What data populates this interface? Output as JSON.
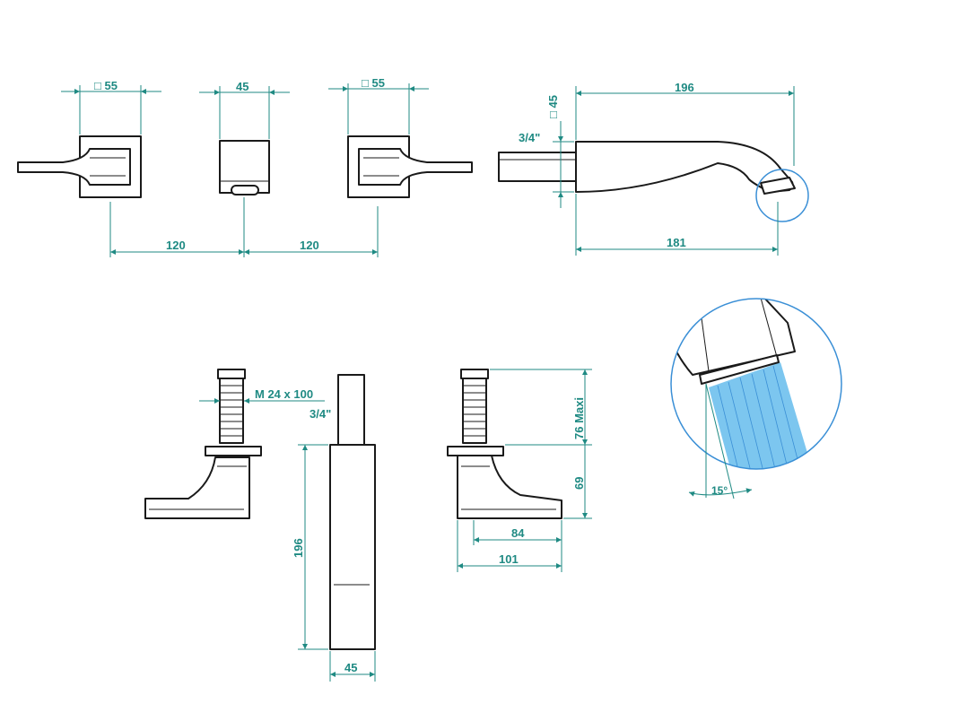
{
  "colors": {
    "dimension": "#1f8a83",
    "outline": "#1a1a1a",
    "jet": "#7cc6ef",
    "detail_circle": "#3a8fd6"
  },
  "top_views": {
    "left_handle_width": "□ 55",
    "spout_center_width": "45",
    "right_handle_width": "□ 55",
    "spacing_left": "120",
    "spacing_right": "120"
  },
  "spout_side": {
    "length_top": "196",
    "length_bottom": "181",
    "height": "□ 45",
    "thread": "3/4\""
  },
  "handle_side": {
    "thread": "M  24  x 100",
    "pipe_thread": "3/4\""
  },
  "body_view": {
    "height": "196",
    "width": "45"
  },
  "handle_profile": {
    "stem_max": "76  Maxi",
    "body_height": "69",
    "depth_inner": "84",
    "depth_outer": "101"
  },
  "jet_detail": {
    "angle": "15°"
  }
}
